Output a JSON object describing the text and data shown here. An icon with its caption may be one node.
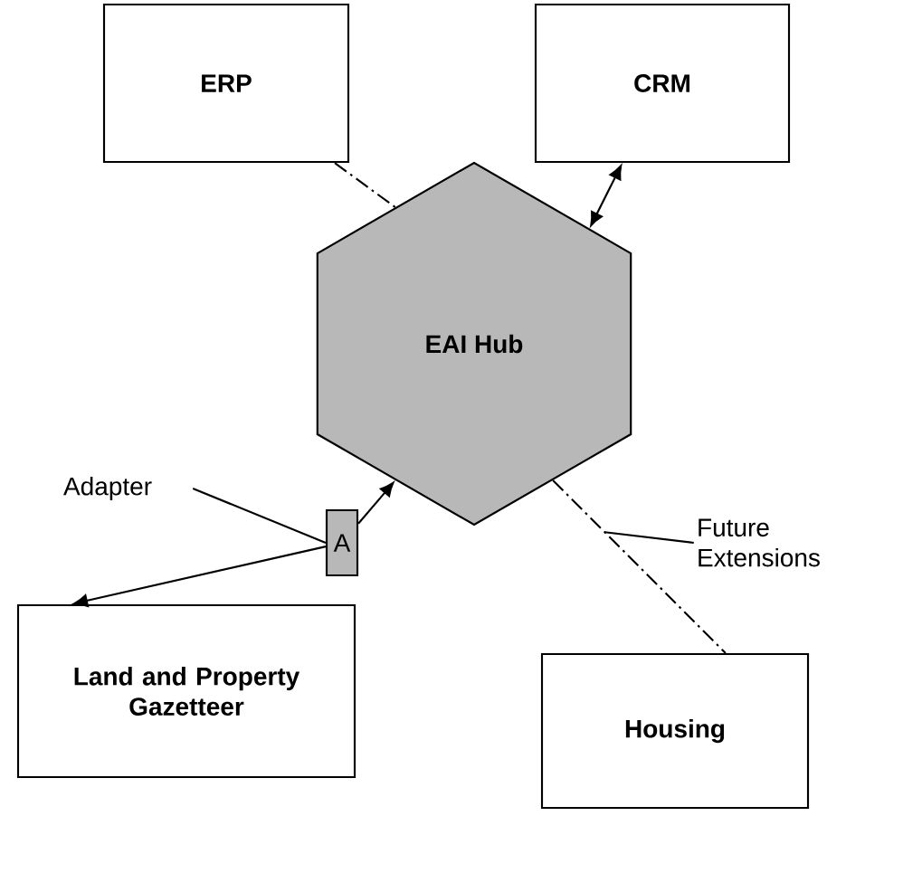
{
  "diagram": {
    "nodes": [
      {
        "text": [
          "ERP"
        ]
      },
      {
        "text": [
          "CRM"
        ]
      },
      {
        "text": [
          "EAI Hub"
        ]
      },
      {
        "text": [
          "A"
        ]
      },
      {
        "text": [
          "Land and Property Gazetteer"
        ]
      },
      {
        "text": [
          "Housing"
        ]
      },
      {
        "text": [
          "Adapter"
        ]
      },
      {
        "text": [
          "Future Extensions"
        ]
      }
    ],
    "edges": [
      {
        "from": 0,
        "to": 2,
        "arrow": "none",
        "style": "dashed"
      },
      {
        "from": 1,
        "to": 2,
        "arrow": "both"
      },
      {
        "from": 3,
        "to": 2,
        "arrow": "to"
      },
      {
        "from": 3,
        "to": 4,
        "arrow": "to"
      },
      {
        "from": 2,
        "to": 5,
        "arrow": "none",
        "style": "dashed"
      },
      {
        "from": 6,
        "to": 3,
        "arrow": "none"
      },
      {
        "from": 7,
        "to": null,
        "arrow": "none"
      }
    ]
  }
}
